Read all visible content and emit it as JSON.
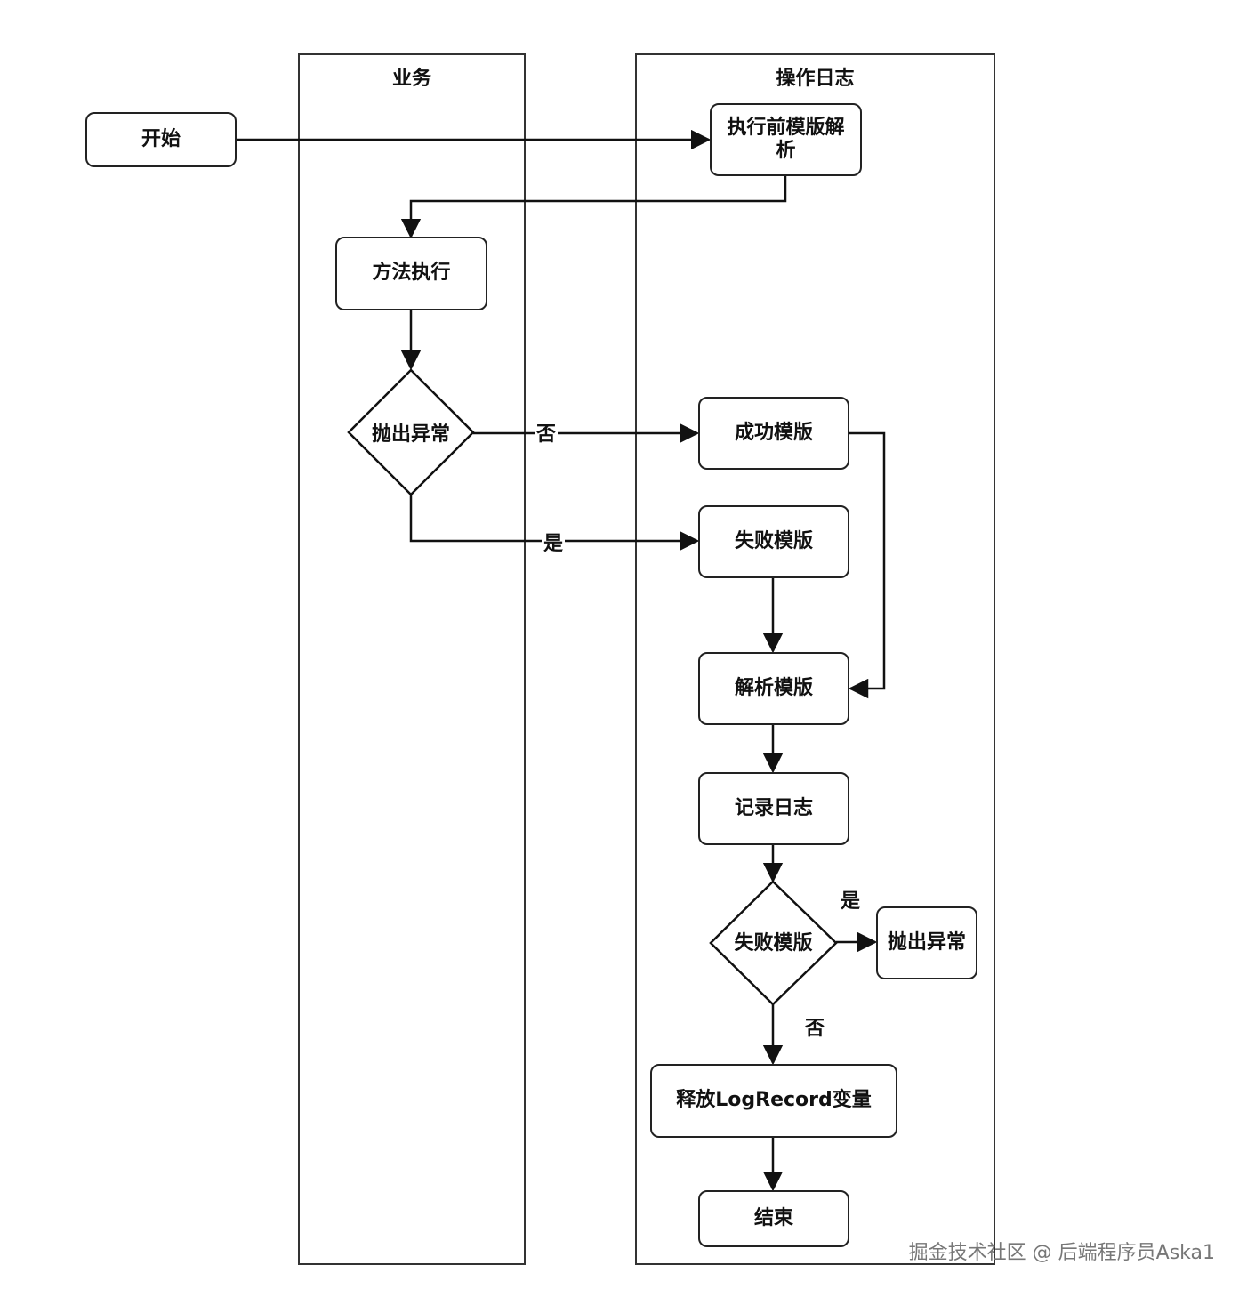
{
  "lanes": {
    "business": "业务",
    "oplog": "操作日志"
  },
  "nodes": {
    "start": "开始",
    "pre_parse": "执行前模版解析",
    "method_exec": "方法执行",
    "throw_check": "抛出异常",
    "success_tpl": "成功模版",
    "fail_tpl": "失败模版",
    "parse_tpl": "解析模版",
    "record_log": "记录日志",
    "fail_check": "失败模版",
    "throw_exception": "抛出异常",
    "release_var": "释放LogRecord变量",
    "end": "结束"
  },
  "edge_labels": {
    "throw_no": "否",
    "throw_yes": "是",
    "fail_yes": "是",
    "fail_no": "否"
  },
  "watermark": "掘金技术社区 @ 后端程序员Aska1"
}
